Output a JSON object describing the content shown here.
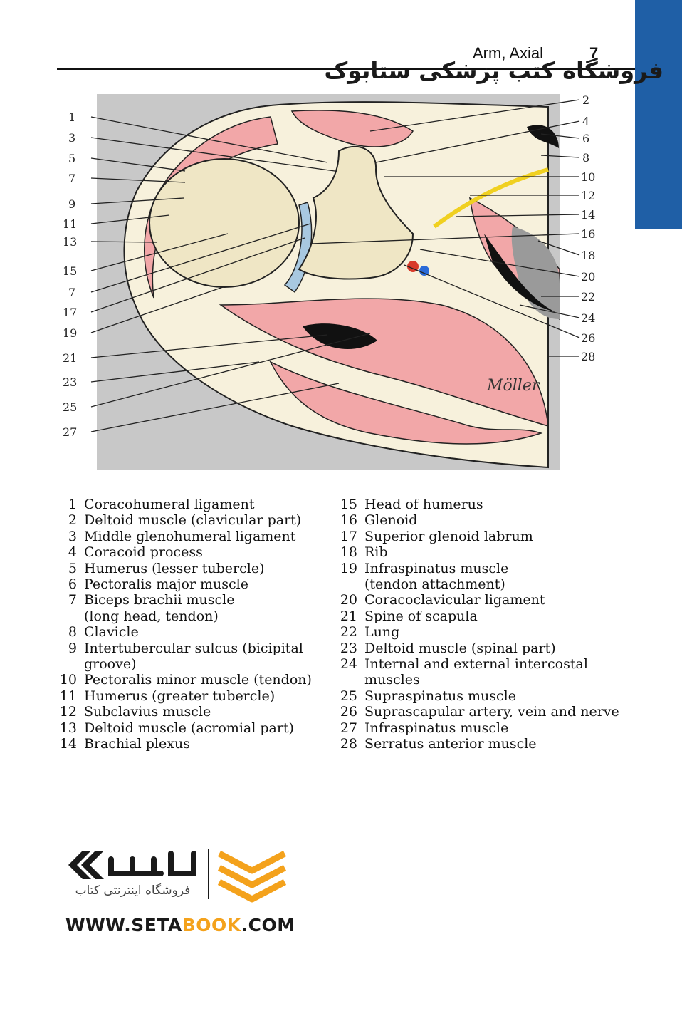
{
  "header": {
    "section": "Arm, Axial",
    "page_number": "7",
    "watermark": "فروشگاه کتب پزشکی ستابوک"
  },
  "figure": {
    "labels_left": [
      "1",
      "3",
      "5",
      "7",
      "9",
      "11",
      "13",
      "15",
      "7",
      "17",
      "19",
      "21",
      "23",
      "25",
      "27"
    ],
    "labels_right": [
      "2",
      "4",
      "6",
      "8",
      "10",
      "12",
      "14",
      "16",
      "18",
      "20",
      "22",
      "24",
      "26",
      "28"
    ],
    "signature": "Möller",
    "colors": {
      "background": "#c8c8c8",
      "muscle": "#f2a7a8",
      "bone": "#efe6c5",
      "fat": "#f7f1dc",
      "black": "#111111"
    }
  },
  "legend": {
    "left": [
      {
        "num": "1",
        "lines": [
          "Coracohumeral ligament"
        ]
      },
      {
        "num": "2",
        "lines": [
          "Deltoid muscle (clavicular part)"
        ]
      },
      {
        "num": "3",
        "lines": [
          "Middle glenohumeral ligament"
        ]
      },
      {
        "num": "4",
        "lines": [
          "Coracoid process"
        ]
      },
      {
        "num": "5",
        "lines": [
          "Humerus (lesser tubercle)"
        ]
      },
      {
        "num": "6",
        "lines": [
          "Pectoralis major muscle"
        ]
      },
      {
        "num": "7",
        "lines": [
          "Biceps brachii muscle",
          "(long head, tendon)"
        ]
      },
      {
        "num": "8",
        "lines": [
          "Clavicle"
        ]
      },
      {
        "num": "9",
        "lines": [
          "Intertubercular sulcus (bicipital",
          "groove)"
        ]
      },
      {
        "num": "10",
        "lines": [
          "Pectoralis minor muscle (tendon)"
        ]
      },
      {
        "num": "11",
        "lines": [
          "Humerus (greater tubercle)"
        ]
      },
      {
        "num": "12",
        "lines": [
          "Subclavius muscle"
        ]
      },
      {
        "num": "13",
        "lines": [
          "Deltoid muscle (acromial part)"
        ]
      },
      {
        "num": "14",
        "lines": [
          "Brachial plexus"
        ]
      }
    ],
    "right": [
      {
        "num": "15",
        "lines": [
          "Head of humerus"
        ]
      },
      {
        "num": "16",
        "lines": [
          "Glenoid"
        ]
      },
      {
        "num": "17",
        "lines": [
          "Superior glenoid labrum"
        ]
      },
      {
        "num": "18",
        "lines": [
          "Rib"
        ]
      },
      {
        "num": "19",
        "lines": [
          "Infraspinatus muscle",
          "(tendon attachment)"
        ]
      },
      {
        "num": "20",
        "lines": [
          "Coracoclavicular ligament"
        ]
      },
      {
        "num": "21",
        "lines": [
          "Spine of scapula"
        ]
      },
      {
        "num": "22",
        "lines": [
          "Lung"
        ]
      },
      {
        "num": "23",
        "lines": [
          "Deltoid muscle (spinal part)"
        ]
      },
      {
        "num": "24",
        "lines": [
          "Internal and external intercostal",
          "muscles"
        ]
      },
      {
        "num": "25",
        "lines": [
          "Supraspinatus muscle"
        ]
      },
      {
        "num": "26",
        "lines": [
          "Suprascapular artery, vein and nerve"
        ]
      },
      {
        "num": "27",
        "lines": [
          "Infraspinatus muscle"
        ]
      },
      {
        "num": "28",
        "lines": [
          "Serratus anterior muscle"
        ]
      }
    ]
  },
  "logo": {
    "caption": "فروشگاه اینترنتی کتاب",
    "url_pre": "WWW.SETA",
    "url_accent": "BOOK",
    "url_post": ".COM",
    "colors": {
      "orange": "#f4a21c",
      "dark": "#1a1a1a"
    }
  }
}
